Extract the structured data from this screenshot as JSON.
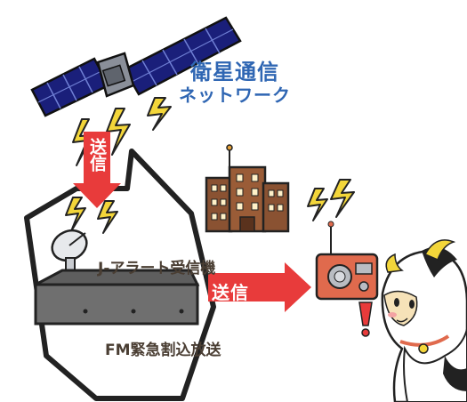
{
  "labels": {
    "network_line1": "衛星通信",
    "network_line2": "ネットワーク",
    "send_vertical": "送信",
    "receiver": "J-アラート受信機",
    "send_horizontal": "送信",
    "fm": "FM緊急割込放送"
  },
  "colors": {
    "network_text": "#2f66b3",
    "arrow_red": "#e83b3b",
    "bolt_yellow": "#f3d63a",
    "building_brown": "#8a5232",
    "radio_red": "#e06a4d",
    "outline": "#222222"
  }
}
